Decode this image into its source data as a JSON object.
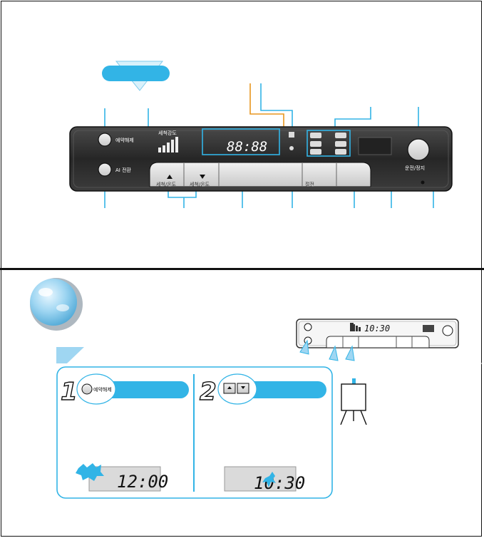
{
  "panel": {
    "ventilation_button_label": "예약해제",
    "ai_button_label": "AI 전환",
    "display_header": "세척강도",
    "display_time": "88:88",
    "down_button_label": "세척/온도",
    "up_button_label": "세척/온도",
    "center_button_label": "절전",
    "power_button_label": "운전/정지"
  },
  "step1": {
    "number": "1",
    "button_label": "예약해제",
    "display_time": "12:00"
  },
  "step2": {
    "number": "2",
    "display_time": "10:30"
  },
  "mini_panel": {
    "display_time": "10:30"
  },
  "colors": {
    "accent_blue": "#32b4e6",
    "orange_line": "#e8961e",
    "panel_dark": "#2a2a2a",
    "lcd_bg": "#dadada"
  }
}
